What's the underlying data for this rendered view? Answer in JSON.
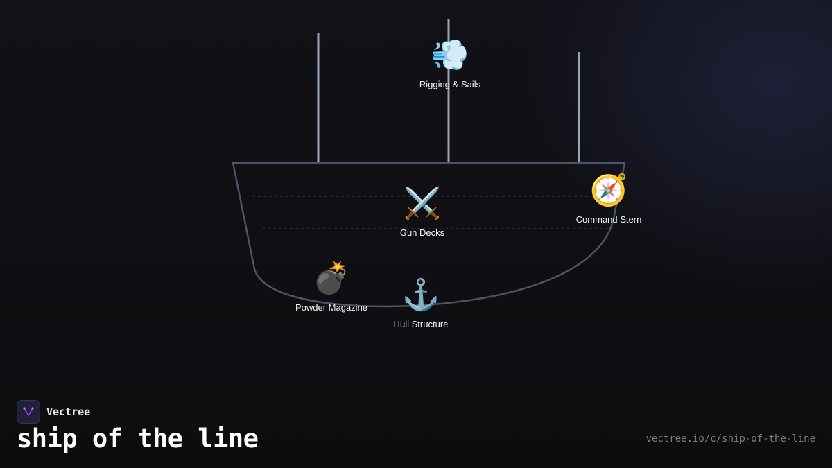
{
  "diagram": {
    "nodes": [
      {
        "id": "rigging",
        "icon": "wind-icon",
        "emoji": "💨",
        "label": "Rigging & Sails"
      },
      {
        "id": "gun-decks",
        "icon": "crossed-swords-icon",
        "emoji": "⚔️",
        "label": "Gun Decks"
      },
      {
        "id": "command-stern",
        "icon": "compass-icon",
        "emoji": "🧭",
        "label": "Command Stern"
      },
      {
        "id": "powder-magazine",
        "icon": "bomb-icon",
        "emoji": "💣",
        "label": "Powder Magazine"
      },
      {
        "id": "hull-structure",
        "icon": "anchor-icon",
        "emoji": "⚓",
        "label": "Hull Structure"
      }
    ]
  },
  "brand": {
    "name": "Vectree",
    "logo_icon": "vectree-logo-icon",
    "accent": "#a855f7"
  },
  "title": "ship of the line",
  "url": "vectree.io/c/ship-of-the-line",
  "colors": {
    "background": "#0f0f13",
    "hull_stroke": "#4b5566",
    "mast_stroke": "#9aa6b8",
    "deck_dash": "#3a4250"
  }
}
